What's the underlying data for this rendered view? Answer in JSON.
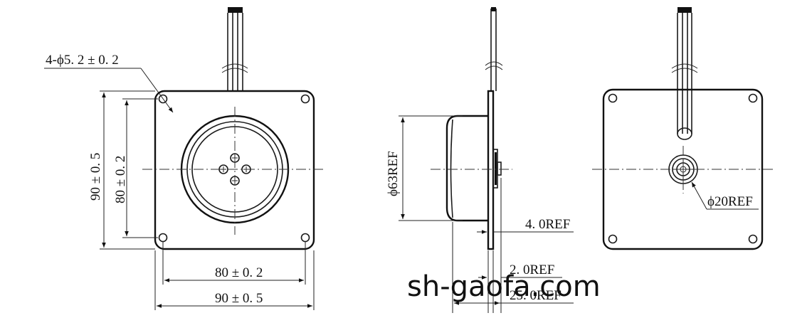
{
  "views": {
    "front": {
      "hole_callout": "4-ϕ5. 2 ± 0. 2",
      "outer_height": "90 ± 0. 5",
      "hole_pitch_height": "80 ± 0. 2",
      "hole_pitch_width": "80 ± 0. 2",
      "outer_width": "90 ± 0. 5"
    },
    "side": {
      "diameter": "ϕ63REF",
      "dim_a": "4. 0REF",
      "dim_b": "2. 0REF",
      "dim_c": "25. 0REF"
    },
    "rear": {
      "diameter": "ϕ20REF"
    }
  },
  "watermark": "sh-gaofa.com"
}
